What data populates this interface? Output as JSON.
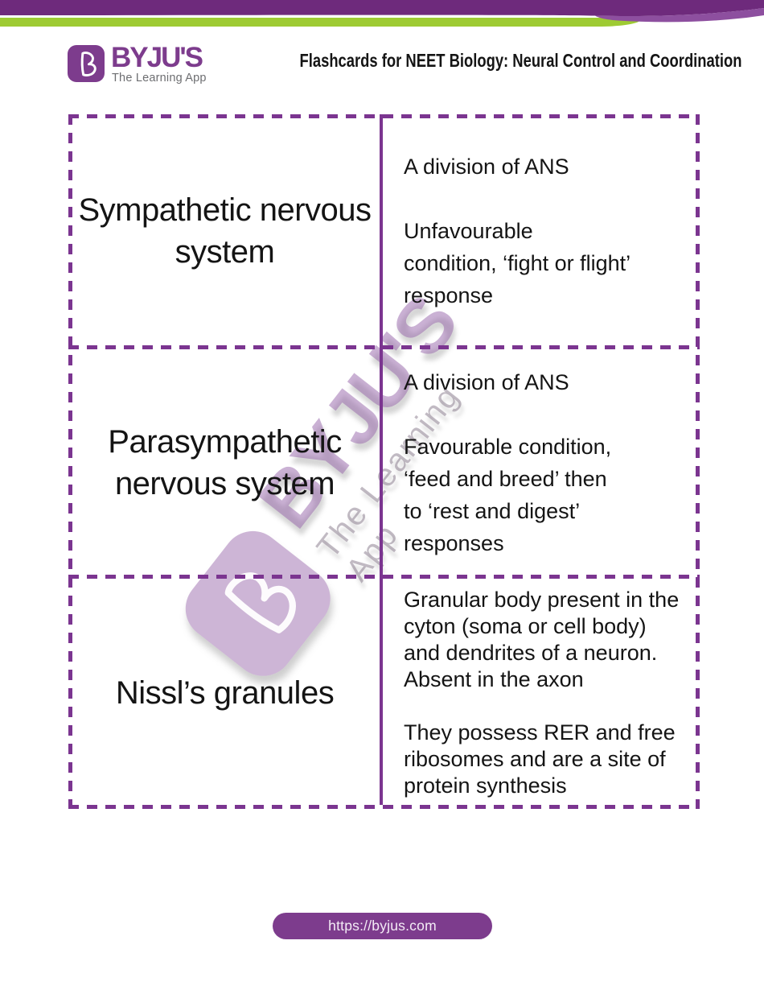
{
  "header": {
    "title": "Flashcards for NEET Biology: Neural Control and Coordination",
    "logo": {
      "brand": "BYJU'S",
      "tagline": "The Learning App"
    }
  },
  "flashcards": [
    {
      "term": "Sympathetic nervous\nsystem",
      "definition": [
        "A division of ANS",
        "Unfavourable\ncondition, ‘fight or flight’\nresponse"
      ]
    },
    {
      "term": "Parasympathetic\nnervous system",
      "definition": [
        "A division of ANS",
        "Favourable condition,\n‘feed and breed’ then\nto ‘rest and digest’\nresponses"
      ]
    },
    {
      "term": "Nissl’s granules",
      "definition": [
        "Granular body present in the\ncyton (soma or cell body)\nand dendrites of a neuron.\nAbsent in the axon",
        "They possess RER and free\nribosomes and are a site of\nprotein synthesis"
      ]
    }
  ],
  "watermark": {
    "brand": "BYJU'S",
    "tagline": "The Learning App"
  },
  "footer": {
    "url": "https://byjus.com"
  },
  "colors": {
    "header_purple": "#6e2a7c",
    "header_swoosh": "#8d4f9f",
    "header_green": "#9ecb33",
    "brand_purple": "#7d3c8d",
    "table_border_purple": "#7b3590",
    "tagline_gray": "#6d6e71"
  }
}
